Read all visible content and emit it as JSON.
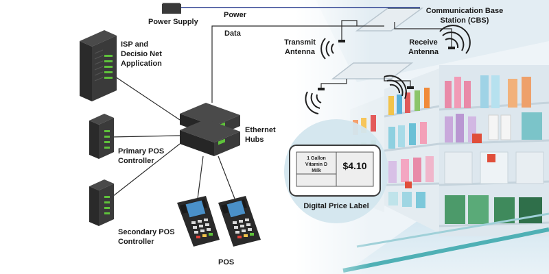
{
  "labels": {
    "power_supply": "Power Supply",
    "power": "Power",
    "data": "Data",
    "cbs_line1": "Communication Base",
    "cbs_line2": "Station (CBS)",
    "transmit_line1": "Transmit",
    "transmit_line2": "Antenna",
    "receive_line1": "Receive",
    "receive_line2": "Antenna",
    "isp_line1": "ISP and",
    "isp_line2": "Decisio Net",
    "isp_line3": "Application",
    "hubs_line1": "Ethernet",
    "hubs_line2": "Hubs",
    "primary_line1": "Primary POS",
    "primary_line2": "Controller",
    "secondary_line1": "Secondary POS",
    "secondary_line2": "Controller",
    "pos": "POS",
    "digital_price_label": "Digital Price Label"
  },
  "price_tag": {
    "product_line1": "1 Gallon",
    "product_line2": "Vitamin D",
    "product_line3": "Milk",
    "price": "$4.10"
  },
  "colors": {
    "server": "#3a3a3a",
    "server_dark": "#262626",
    "led_green": "#5fc33b",
    "hub": "#2f2f2f",
    "wire": "#2b2b2b",
    "power_wire": "#2b3f8f",
    "store_teal": "#4fb0b5",
    "pos_body": "#2a2a2a",
    "pos_screen": "#4a90c8"
  }
}
